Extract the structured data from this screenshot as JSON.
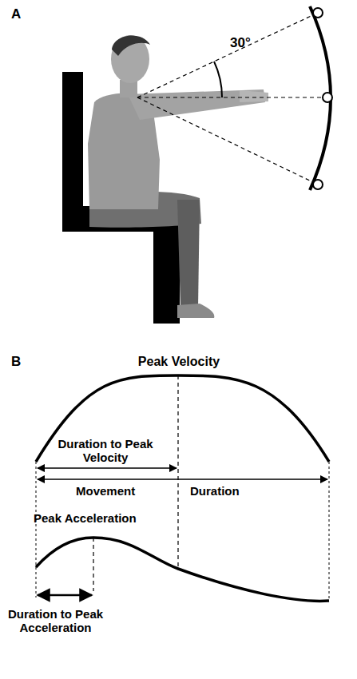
{
  "diagram": {
    "labels": [
      "A",
      "30°",
      "B",
      "Peak Velocity",
      "Duration to Peak Velocity",
      "Movement",
      "Duration",
      "Peak Acceleration",
      "Duration to Peak Acceleration"
    ]
  }
}
